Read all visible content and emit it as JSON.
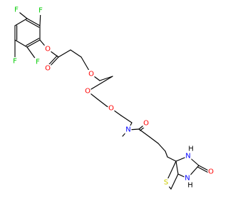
{
  "molecule": {
    "colors": {
      "C": "#000000",
      "O": "#ff0000",
      "N": "#0000ff",
      "F": "#00cc00",
      "S": "#cccc00",
      "H": "#000000"
    },
    "atom_labels": {
      "F1": "F",
      "F2": "F",
      "F3": "F",
      "F4": "F",
      "O_ester": "O",
      "O_carbonyl": "O",
      "O_ether1": "O",
      "O_ether2": "O",
      "O_ether3": "O",
      "N_amide": "N",
      "O_amide": "O",
      "S_ring": "S",
      "NH_top": "H",
      "NH_top_N": "N",
      "NH_bottom": "H",
      "NH_bottom_N": "N",
      "O_urea": "O"
    }
  }
}
